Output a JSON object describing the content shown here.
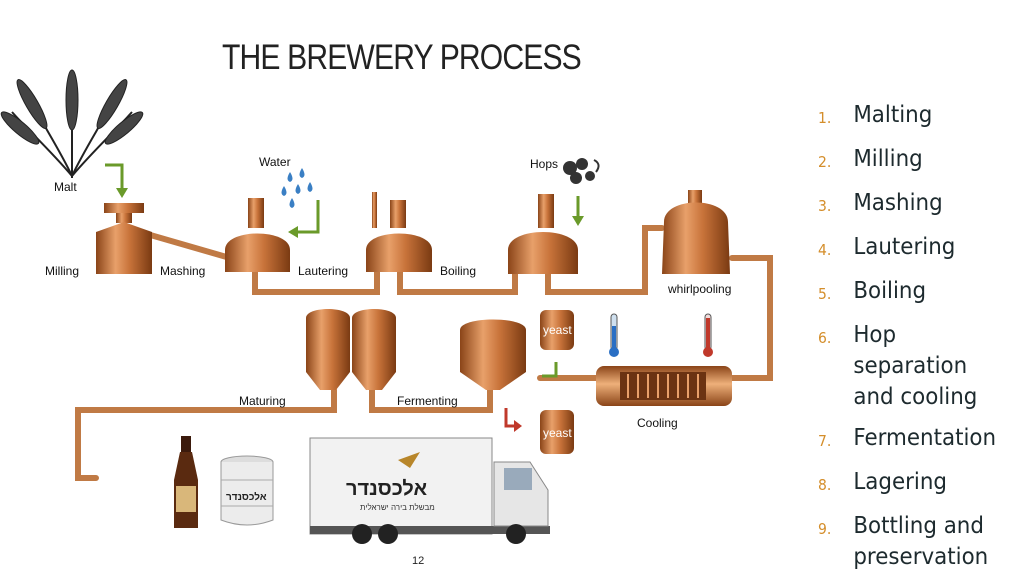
{
  "title": "THE BREWERY PROCESS",
  "labels": {
    "malt": "Malt",
    "water": "Water",
    "hops": "Hops",
    "milling": "Milling",
    "mashing": "Mashing",
    "lautering": "Lautering",
    "boiling": "Boiling",
    "whirlpooling": "whirlpooling",
    "maturing": "Maturing",
    "fermenting": "Fermenting",
    "cooling": "Cooling",
    "yeast_top": "yeast",
    "yeast_bottom": "yeast",
    "truck_brand": "אלכסנדר",
    "truck_sub": "מבשלת בירה ישראלית",
    "keg_brand": "אלכסנדר"
  },
  "steps": [
    {
      "num": "1.",
      "text": "Malting"
    },
    {
      "num": "2.",
      "text": "Milling"
    },
    {
      "num": "3.",
      "text": "Mashing"
    },
    {
      "num": "4.",
      "text": "Lautering"
    },
    {
      "num": "5.",
      "text": "Boiling"
    },
    {
      "num": "6.",
      "text": "Hop separation and cooling"
    },
    {
      "num": "7.",
      "text": "Fermentation"
    },
    {
      "num": "8.",
      "text": "Lagering"
    },
    {
      "num": "9.",
      "text": "Bottling and preservation"
    }
  ],
  "page_number": "12",
  "colors": {
    "copper": "#c8733a",
    "arrow_green": "#6a9a2a",
    "arrow_red": "#c0392b",
    "number_accent": "#d48e2b"
  }
}
